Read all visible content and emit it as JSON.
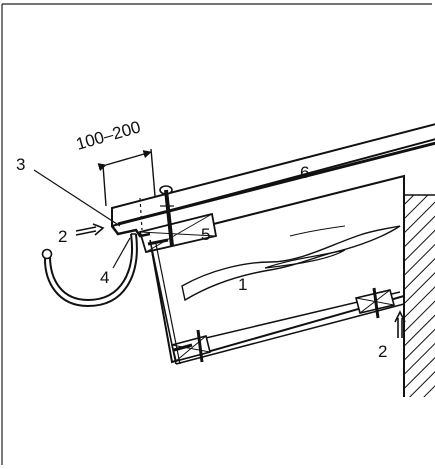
{
  "dimension": {
    "text": "100–200"
  },
  "labels": {
    "l1": "1",
    "l2a": "2",
    "l2b": "2",
    "l3": "3",
    "l4": "4",
    "l5": "5",
    "l6": "6"
  }
}
